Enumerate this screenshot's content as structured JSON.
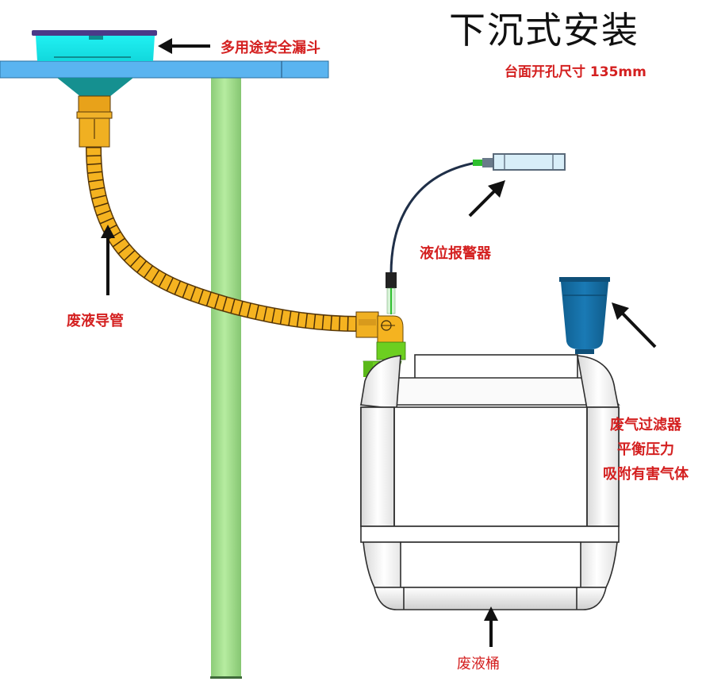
{
  "title": "下沉式安装",
  "subtitle": "台面开孔尺寸 135mm",
  "labels": {
    "funnel": "多用途安全漏斗",
    "level_alarm": "液位报警器",
    "waste_tube": "废液导管",
    "gas_filter": [
      "废气过滤器",
      "平衡压力",
      "吸附有害气体"
    ],
    "waste_bucket": "废液桶"
  },
  "colors": {
    "label_red": "#d42020",
    "countertop_blue": "#5ab4f0",
    "funnel_cyan": "#15e6ea",
    "funnel_teal": "#159090",
    "tube_orange": "#f5b320",
    "pole_green": "#a6e08e",
    "filter_blue": "#176fa8",
    "connector_green": "#6ccf20",
    "bucket_white": "#f4f4f4"
  }
}
